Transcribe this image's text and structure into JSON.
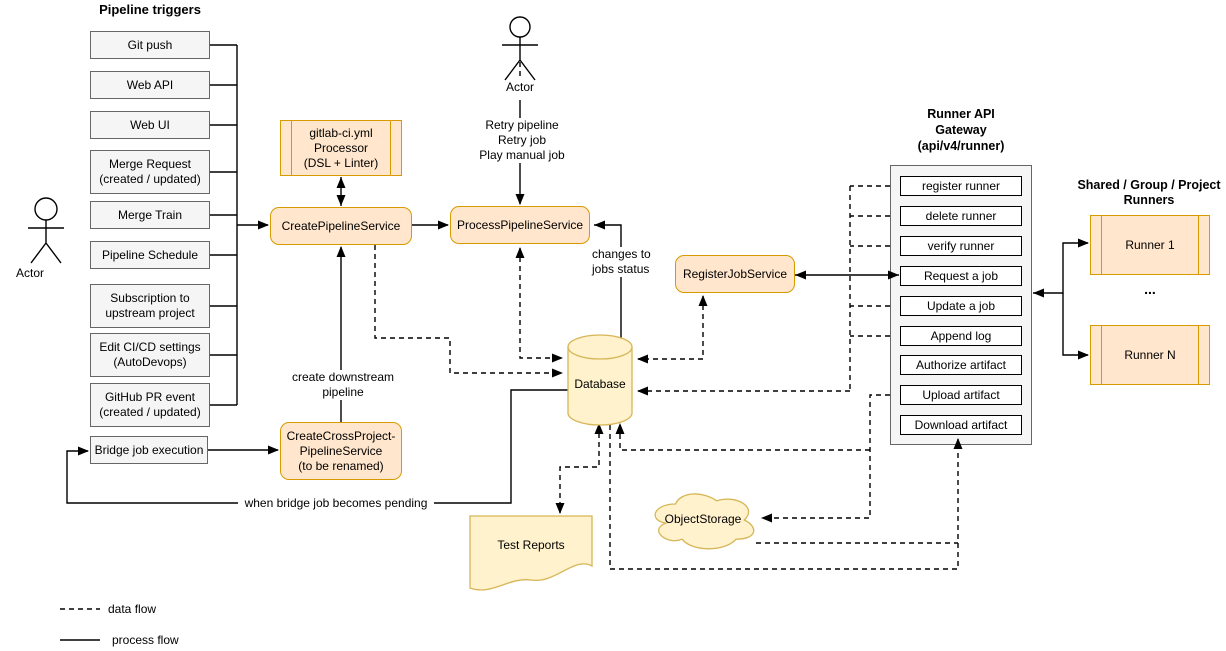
{
  "diagram": {
    "pipeline_triggers": {
      "title": "Pipeline triggers",
      "items": [
        "Git push",
        "Web API",
        "Web UI",
        "Merge Request\n(created / updated)",
        "Merge Train",
        "Pipeline Schedule",
        "Subscription to\nupstream project",
        "Edit CI/CD settings\n(AutoDevops)",
        "GitHub PR event\n(created / updated)"
      ]
    },
    "bridge_job": "Bridge job execution",
    "actors": {
      "left": "Actor",
      "top": "Actor"
    },
    "services": {
      "processor": "gitlab-ci.yml\nProcessor\n(DSL + Linter)",
      "create_pipeline": "CreatePipelineService",
      "process_pipeline": "ProcessPipelineService",
      "create_cross_project": "CreateCrossProject-\nPipelineService\n(to be renamed)",
      "register_job": "RegisterJobService"
    },
    "storage": {
      "database": "Database",
      "test_reports": "Test Reports",
      "object_storage": "ObjectStorage"
    },
    "gateway": {
      "title": "Runner API\nGateway\n(api/v4/runner)",
      "endpoints": [
        "register runner",
        "delete runner",
        "verify runner",
        "Request a job",
        "Update a job",
        "Append log",
        "Authorize artifact",
        "Upload artifact",
        "Download artifact"
      ]
    },
    "runners": {
      "title": "Shared / Group / Project\nRunners",
      "first": "Runner 1",
      "last": "Runner N",
      "ellipsis": "..."
    },
    "edge_labels": {
      "actor_actions": "Retry pipeline\nRetry job\nPlay manual job",
      "changes_to_jobs": "changes to\njobs status",
      "create_downstream": "create downstream\npipeline",
      "when_bridge": "when bridge job becomes pending"
    },
    "legend": {
      "data_flow": "data flow",
      "process_flow": "process flow"
    },
    "colors": {
      "service_fill": "#ffe6cc",
      "service_stroke": "#d79b00",
      "storage_fill": "#fff2cc",
      "storage_stroke": "#d6b656",
      "neutral_fill": "#f5f5f5",
      "neutral_stroke": "#666666",
      "line": "#000000"
    }
  }
}
